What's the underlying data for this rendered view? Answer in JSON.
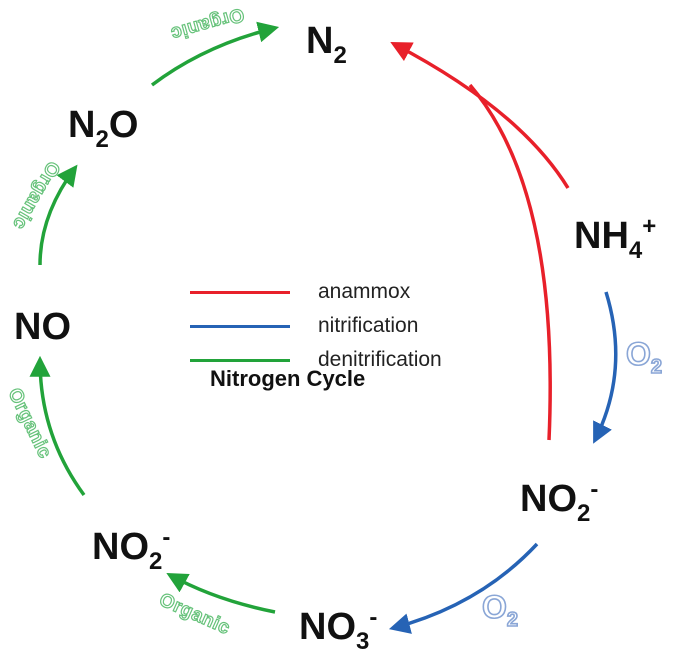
{
  "diagram": {
    "title": "Nitrogen Cycle",
    "species": {
      "n2": {
        "main": "N",
        "sub": "2"
      },
      "n2o": {
        "main": "N",
        "sub": "2",
        "tail": "O"
      },
      "nh4": {
        "main": "NH",
        "sub": "4",
        "sup": "+"
      },
      "no": {
        "main": "NO"
      },
      "no2_right": {
        "main": "NO",
        "sub": "2",
        "sup": "-"
      },
      "no2_left": {
        "main": "NO",
        "sub": "2",
        "sup": "-"
      },
      "no3": {
        "main": "NO",
        "sub": "3",
        "sup": "-"
      }
    },
    "legend": [
      {
        "label": "anammox",
        "color": "#e8202a"
      },
      {
        "label": "nitrification",
        "color": "#2663b5"
      },
      {
        "label": "denitrification",
        "color": "#22a33a"
      }
    ],
    "oxidant": {
      "main": "O",
      "sub": "2"
    },
    "reductant": "Organic",
    "colors": {
      "anammox": "#e8202a",
      "nitrification": "#2663b5",
      "denitrification": "#22a33a",
      "o2_outline": "#8aa6d6",
      "organic_outline": "#66c27a"
    }
  }
}
